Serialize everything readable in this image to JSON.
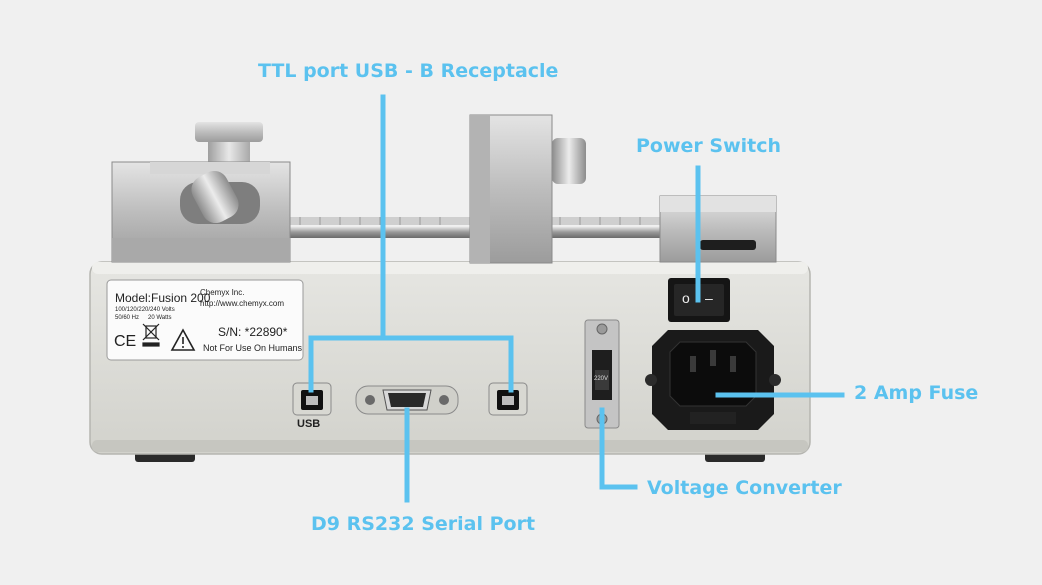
{
  "callouts": {
    "ttl": "TTL port USB - B Receptacle",
    "power": "Power Switch",
    "fuse": "2 Amp Fuse",
    "voltage": "Voltage Converter",
    "serial": "D9 RS232 Serial Port"
  },
  "label_plate": {
    "model": "Model:Fusion 200",
    "company": "Chemyx Inc.",
    "url": "http://www.chemyx.com",
    "volts": "100/120/220/240 Volts",
    "hz": "50/60 Hz",
    "watts": "20 Watts",
    "serial": "S/N: *22890*",
    "notice": "Not For Use On Humans",
    "ce": "CE"
  },
  "port_label": "USB",
  "switch_marks": {
    "off": "o",
    "on": "–"
  },
  "voltage_setting": "220V",
  "colors": {
    "accent": "#5bc2ef",
    "background": "#f0f0f0",
    "housing": "#dcdcd8"
  }
}
